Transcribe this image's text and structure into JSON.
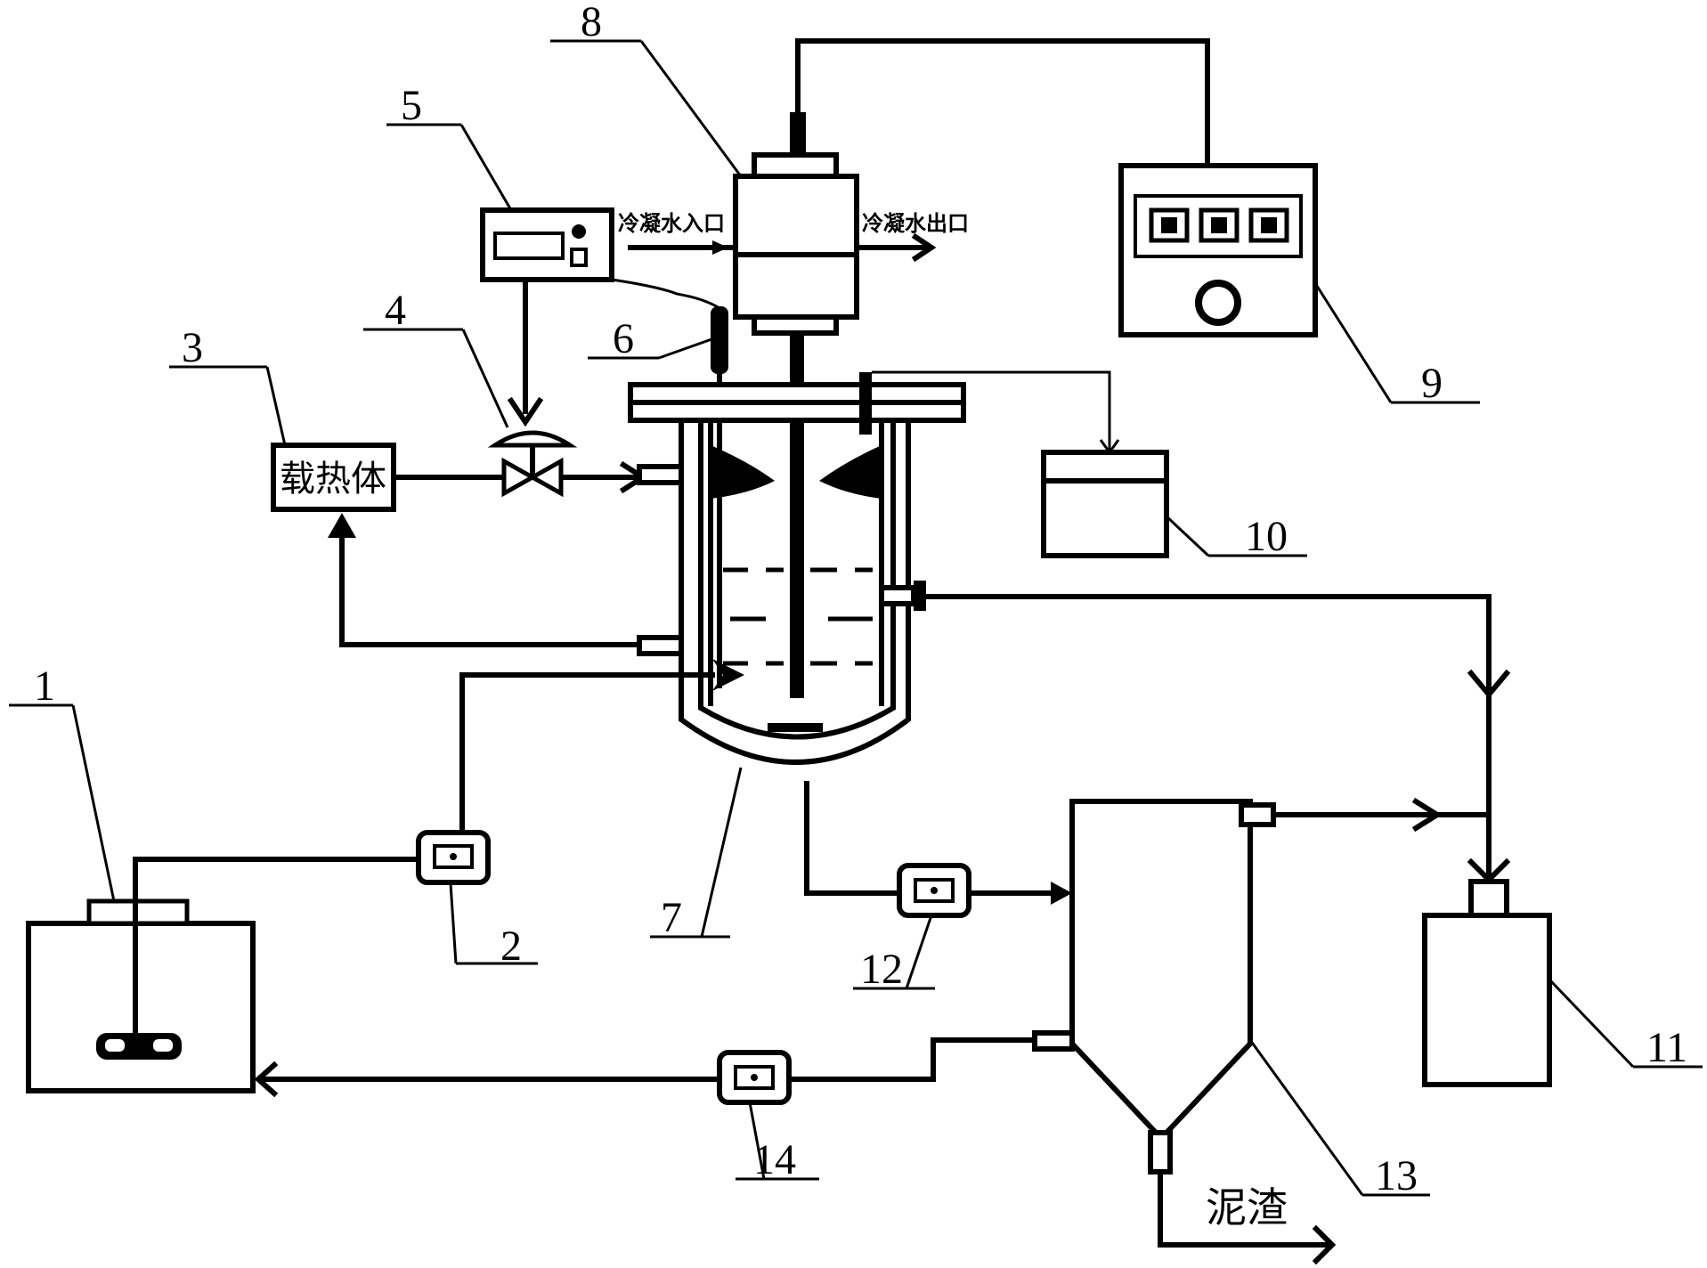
{
  "labels": {
    "n1": "1",
    "n2": "2",
    "n3": "3",
    "n4": "4",
    "n5": "5",
    "n6": "6",
    "n7": "7",
    "n8": "8",
    "n9": "9",
    "n10": "10",
    "n11": "11",
    "n12": "12",
    "n13": "13",
    "n14": "14"
  },
  "text": {
    "heat_carrier": "载热体",
    "cond_in": "冷凝水入口",
    "cond_out": "冷凝水出口",
    "sludge": "泥渣"
  }
}
